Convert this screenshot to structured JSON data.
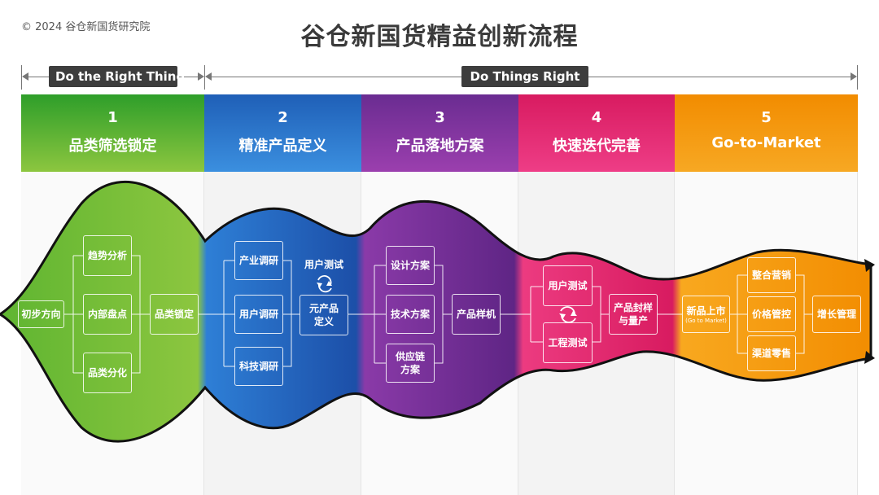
{
  "copyright": "© 2024 谷仓新国货研究院",
  "title": "谷仓新国货精益创新流程",
  "phases": [
    {
      "label": "Do the Right Thing"
    },
    {
      "label": "Do Things  Right"
    }
  ],
  "stages": [
    {
      "num": "1",
      "name": "品类筛选锁定",
      "color_top": "#2e9e2a",
      "color_bottom": "#8cc63f"
    },
    {
      "num": "2",
      "name": "精准产品定义",
      "color_top": "#1f5fb7",
      "color_bottom": "#3b8fdf"
    },
    {
      "num": "3",
      "name": "产品落地方案",
      "color_top": "#6a2c91",
      "color_bottom": "#9b3fae"
    },
    {
      "num": "4",
      "name": "快速迭代完善",
      "color_top": "#e0245e",
      "color_bottom": "#ee3d86"
    },
    {
      "num": "5",
      "name": "Go-to-Market",
      "color_top": "#f28c00",
      "color_bottom": "#f7a823"
    }
  ],
  "nodes": {
    "start": "初步方向",
    "trend": "趋势分析",
    "inventory": "内部盘点",
    "diff": "品类分化",
    "lock": "品类锁定",
    "industry": "产业调研",
    "user_research": "用户调研",
    "tech_research": "科技调研",
    "user_test_2": "用户测试",
    "meta_def_1": "元产品",
    "meta_def_2": "定义",
    "design": "设计方案",
    "tech_plan": "技术方案",
    "supply_1": "供应链",
    "supply_2": "方案",
    "prototype": "产品样机",
    "user_test_4": "用户测试",
    "eng_test": "工程测试",
    "seal_1": "产品封样",
    "seal_2": "与量产",
    "launch": "新品上市",
    "launch_sub": "(Go to Market)",
    "integrated": "整合营销",
    "pricing": "价格管控",
    "retail": "渠道零售",
    "growth": "增长管理"
  }
}
